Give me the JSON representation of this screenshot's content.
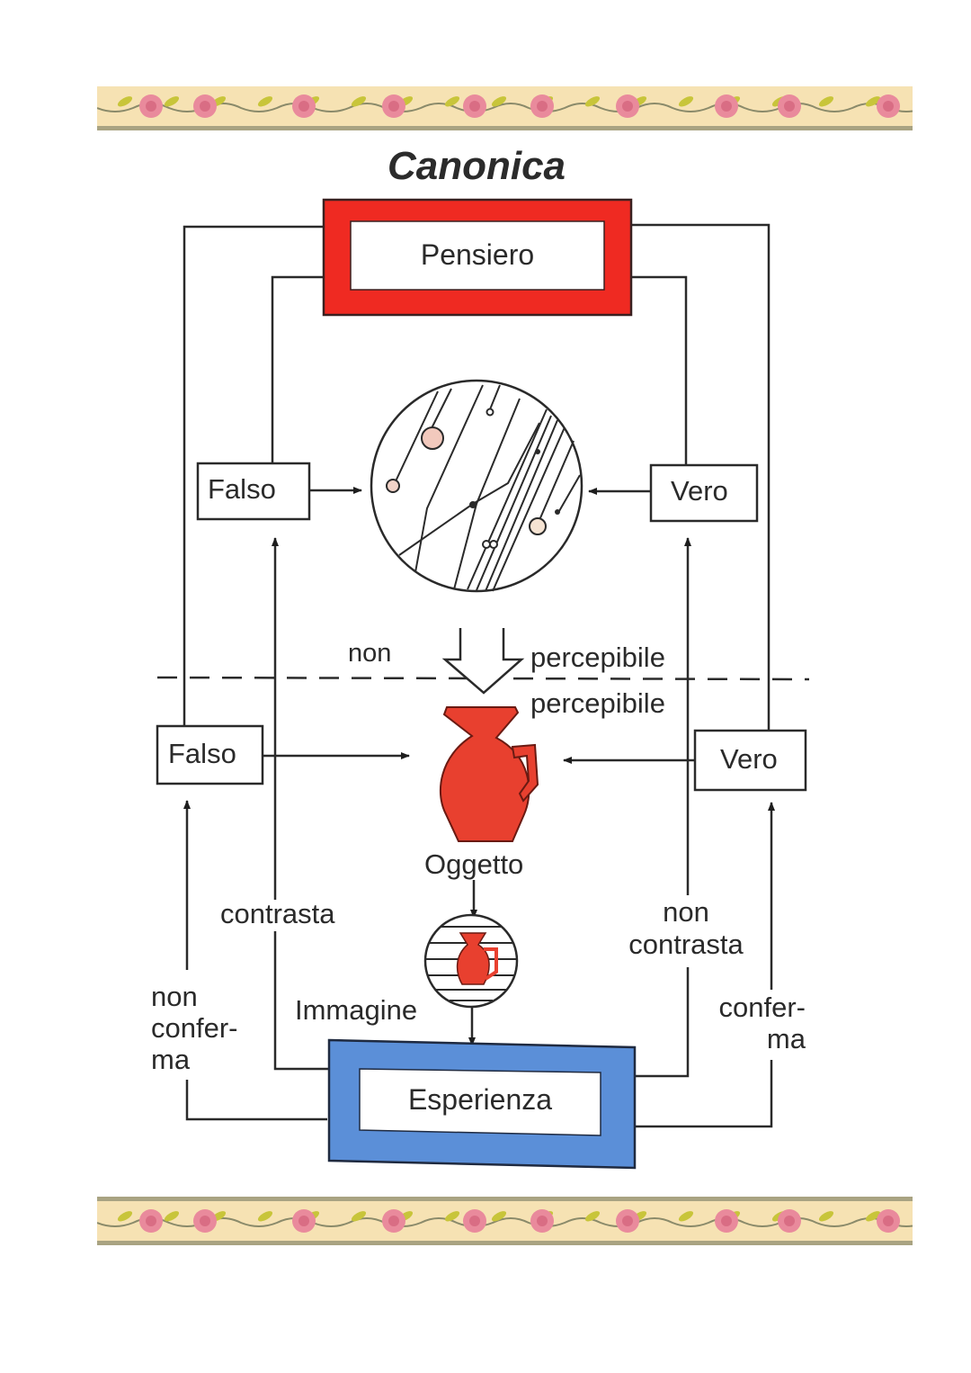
{
  "title": "Canonica",
  "nodes": {
    "pensiero": {
      "label": "Pensiero",
      "color": "#ef2a22"
    },
    "esperienza": {
      "label": "Esperienza",
      "color": "#5b8fd8"
    },
    "oggetto": {
      "label": "Oggetto",
      "color": "#e8402f"
    },
    "immagine": {
      "label": "Immagine"
    },
    "falso_upper": {
      "label": "Falso"
    },
    "vero_upper": {
      "label": "Vero"
    },
    "falso_lower": {
      "label": "Falso"
    },
    "vero_lower": {
      "label": "Vero"
    }
  },
  "edge_labels": {
    "non": "non",
    "percepibile_upper": "percepibile",
    "percepibile_lower": "percepibile",
    "contrasta": "contrasta",
    "non_contrasta": [
      "non",
      "contrasta"
    ],
    "non_conferma": [
      "non",
      "confer-",
      "ma"
    ],
    "conferma": [
      "confer-",
      "ma"
    ]
  },
  "decoration": {
    "band_color": "#f6e2b3",
    "rose_color": "#e98a9c",
    "leaf_color": "#c8c53a"
  }
}
